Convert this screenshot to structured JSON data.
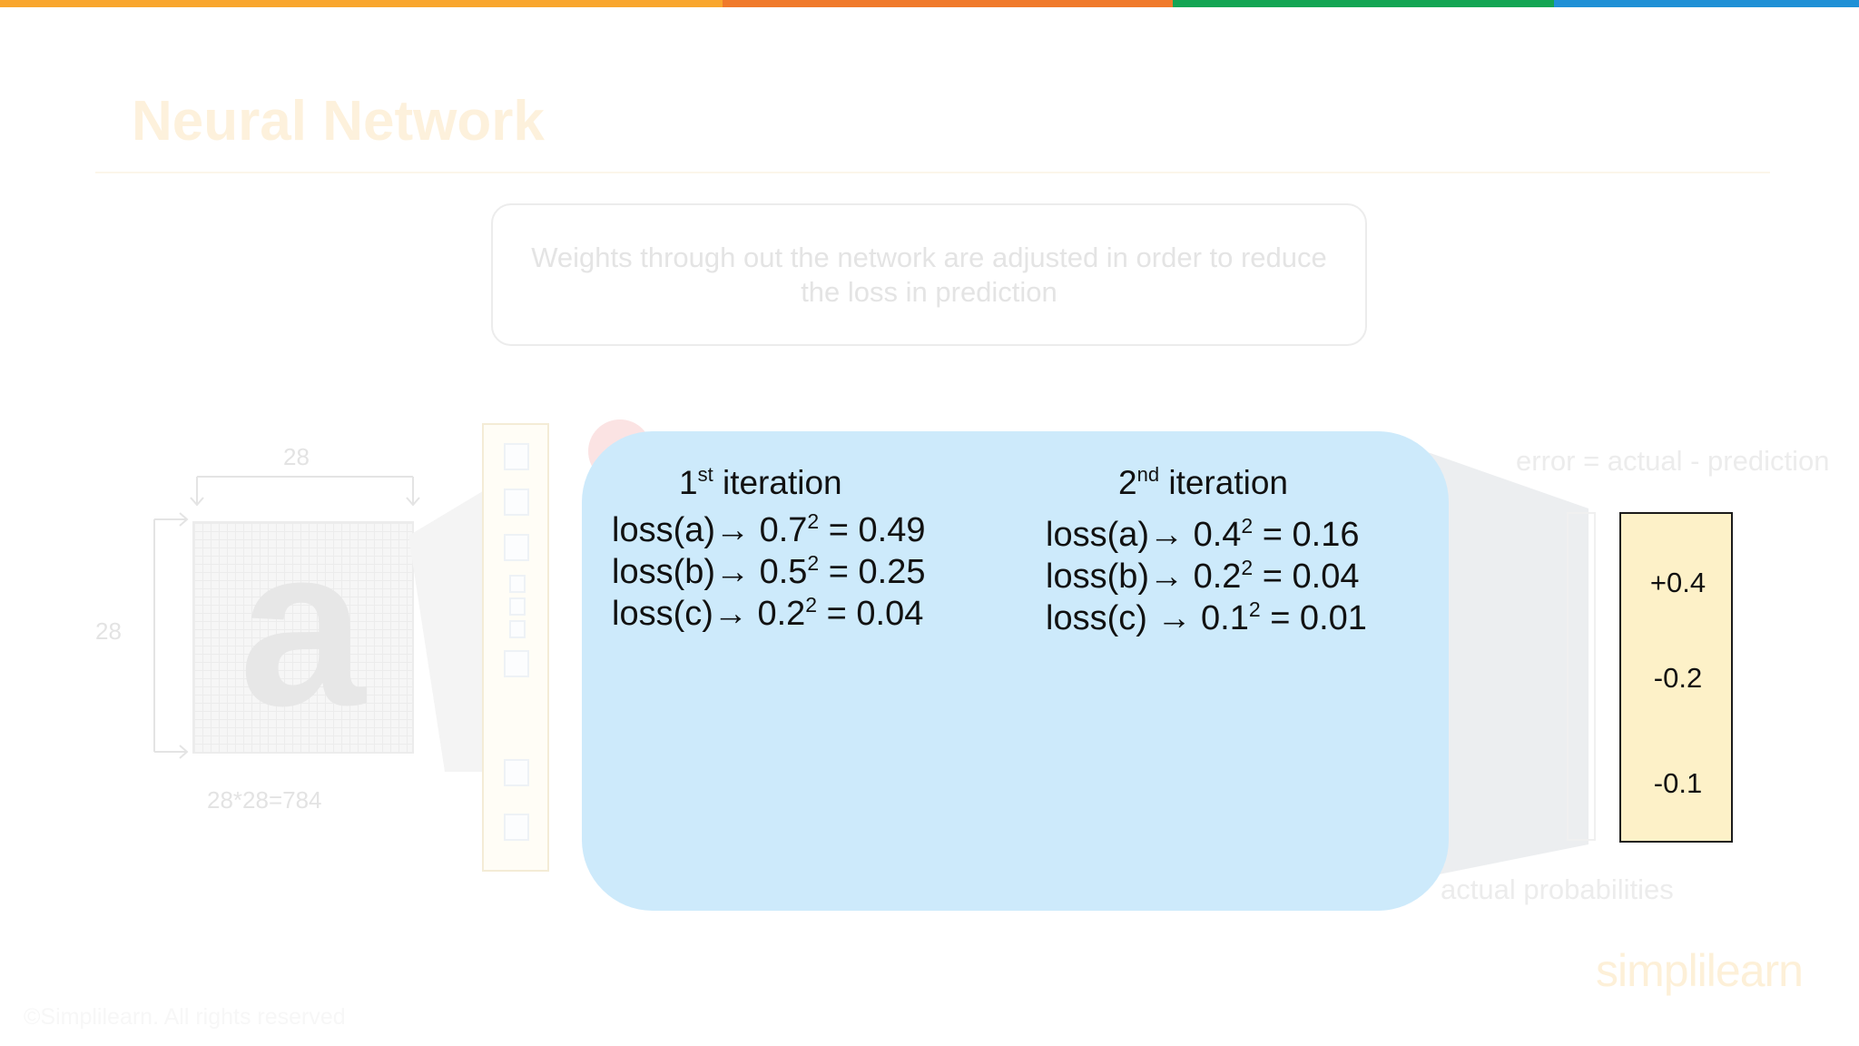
{
  "colors": {
    "bar": [
      "#f9a62d",
      "#f07a2b",
      "#13a553",
      "#1f90d6"
    ],
    "panel": "#cdeafb",
    "error_column": "#fdf1c8"
  },
  "slide": {
    "title": "Neural Network",
    "callout": "Weights through out the network are adjusted in order to reduce the loss in prediction"
  },
  "image": {
    "width_label": "28",
    "height_label": "28",
    "size_label": "28*28=784",
    "letter": "a"
  },
  "panel": {
    "iteration1": {
      "number": "1",
      "suffix": "st",
      "word": "iteration",
      "lines": [
        {
          "prefix": "loss(a)→ 0.7",
          "exp": "2",
          "suffix": "= 0.49"
        },
        {
          "prefix": "loss(b)→ 0.5",
          "exp": "2",
          "suffix": " = 0.25"
        },
        {
          "prefix": "loss(c)→ 0.2",
          "exp": "2",
          "suffix": " = 0.04"
        }
      ]
    },
    "iteration2": {
      "number": "2",
      "suffix": "nd",
      "word": "iteration",
      "lines": [
        {
          "prefix": "loss(a)→ 0.4",
          "exp": "2",
          "suffix": "= 0.16"
        },
        {
          "prefix": "loss(b)→ 0.2",
          "exp": "2",
          "suffix": " = 0.04"
        },
        {
          "prefix": "loss(c) → 0.1",
          "exp": "2",
          "suffix": " = 0.01"
        }
      ]
    }
  },
  "error": {
    "formula": "error = actual - prediction",
    "values": [
      "+0.4",
      "-0.2",
      "-0.1"
    ],
    "caption": "actual probabilities"
  },
  "footer": {
    "brand": "simplilearn",
    "copyright": "©Simplilearn. All rights reserved"
  }
}
